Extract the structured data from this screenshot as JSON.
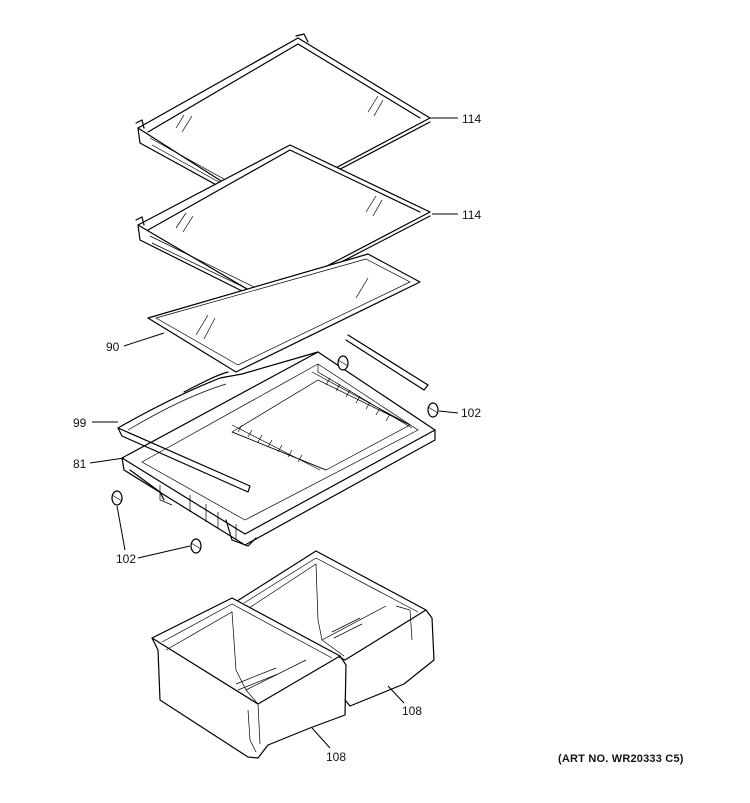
{
  "callouts": {
    "shelf_top": "114",
    "shelf_second": "114",
    "glass_insert": "90",
    "frame": "99",
    "cover": "81",
    "clip_right": "102",
    "clip_left": "102",
    "pan_right": "108",
    "pan_left": "108"
  },
  "art_number": "(ART NO. WR20333 C5)"
}
